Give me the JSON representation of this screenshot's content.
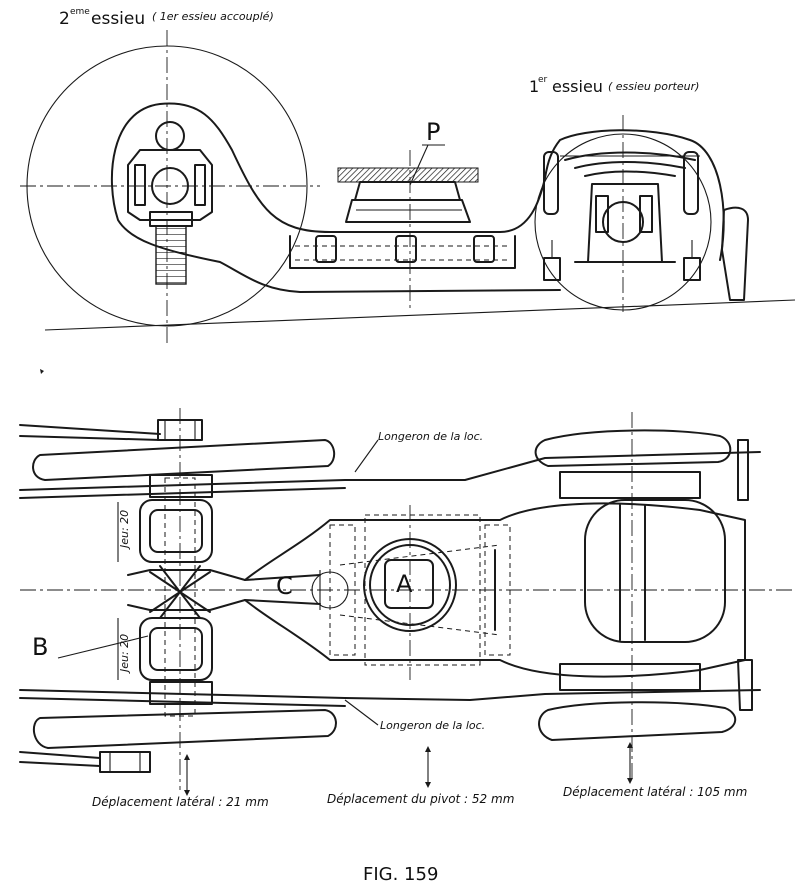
{
  "top_view": {
    "axle2_title": "2",
    "axle2_sup": "eme",
    "axle2_word": "essieu",
    "axle2_note": "( 1er essieu accouplé)",
    "axle1_title": "1",
    "axle1_sup": "er",
    "axle1_word": "essieu",
    "axle1_note": "( essieu porteur)",
    "label_p": "P"
  },
  "bottom_view": {
    "longeron_top": "Longeron de la loc.",
    "longeron_bottom": "Longeron de la loc.",
    "label_a": "A",
    "label_b": "B",
    "label_c": "C",
    "jeu_top": "Jeu: 20",
    "jeu_bottom": "Jeu: 20",
    "displacement_1": "Déplacement latéral : 21 mm",
    "displacement_2": "Déplacement du pivot : 52 mm",
    "displacement_3": "Déplacement latéral : 105 mm"
  },
  "caption": "FIG. 159"
}
